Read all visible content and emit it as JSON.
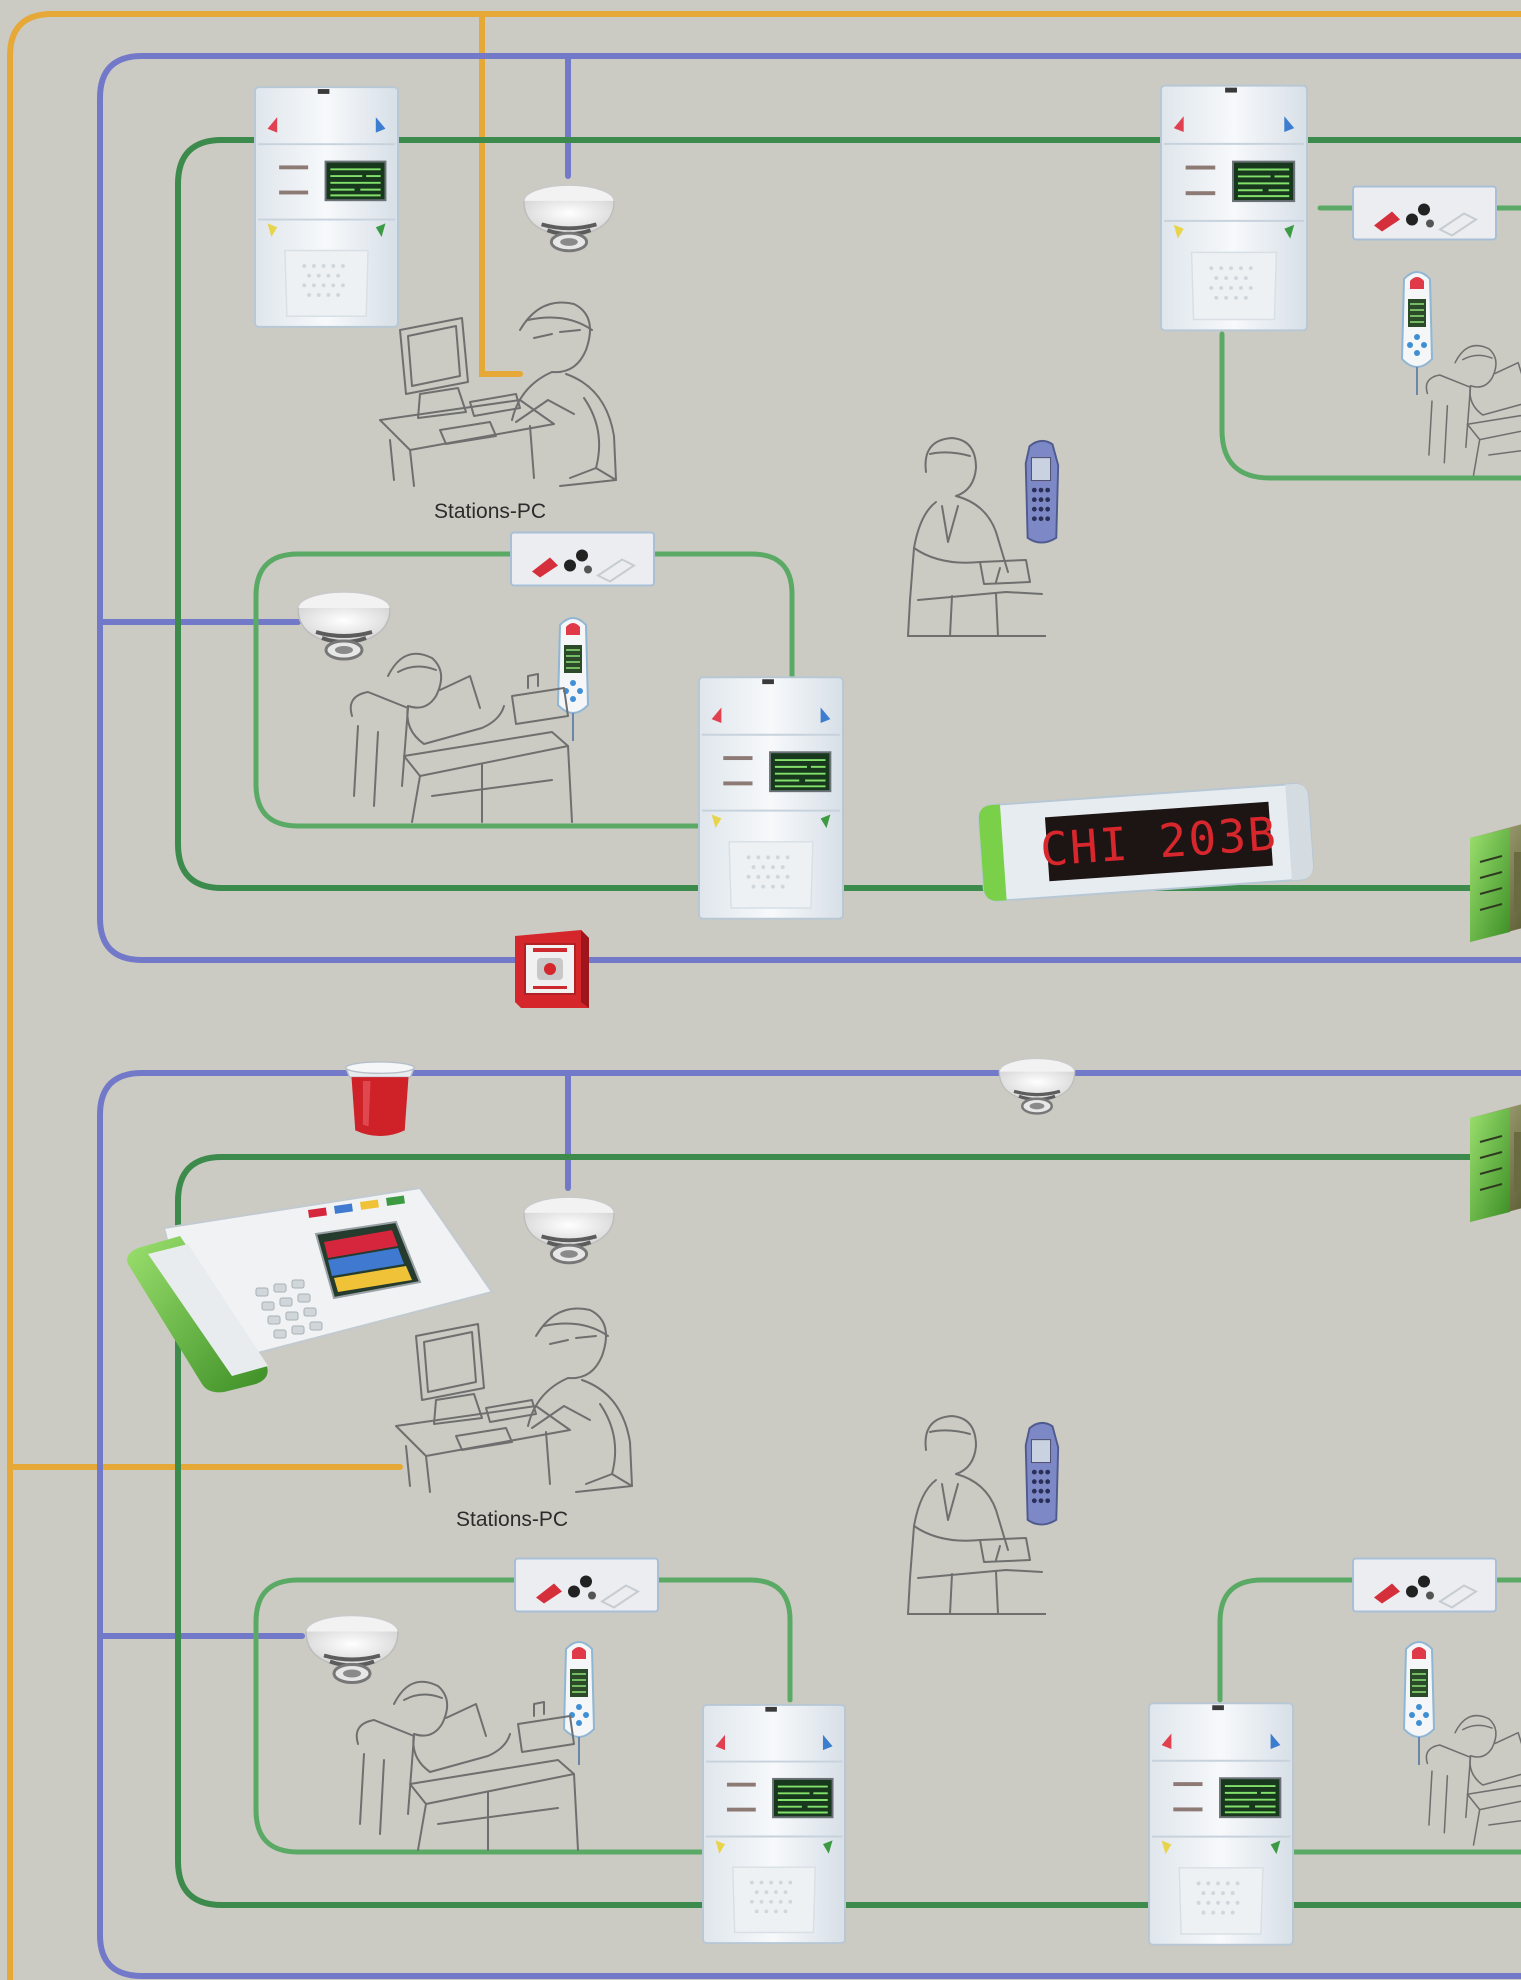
{
  "diagram": {
    "colors": {
      "background": "#cbcbc3",
      "orange_bus": "#e6a836",
      "blue_bus": "#7379c9",
      "dark_green_bus": "#3c8a4c",
      "light_green_bus": "#5aaa66",
      "alarm_red": "#d4262b"
    },
    "labels": {
      "stations_pc_top": "Stations-PC",
      "stations_pc_bottom": "Stations-PC"
    },
    "display_board": {
      "text": "CHI 203B"
    },
    "icons": [
      "control-panel-icon",
      "smoke-detector-icon",
      "call-module-icon",
      "handset-pendant-icon",
      "dect-phone-icon",
      "manual-call-point-icon",
      "beacon-sounder-icon",
      "nurse-console-icon",
      "power-supply-icon",
      "desk-worker-sketch-icon",
      "patient-bed-sketch-icon",
      "nurse-sketch-icon"
    ]
  }
}
